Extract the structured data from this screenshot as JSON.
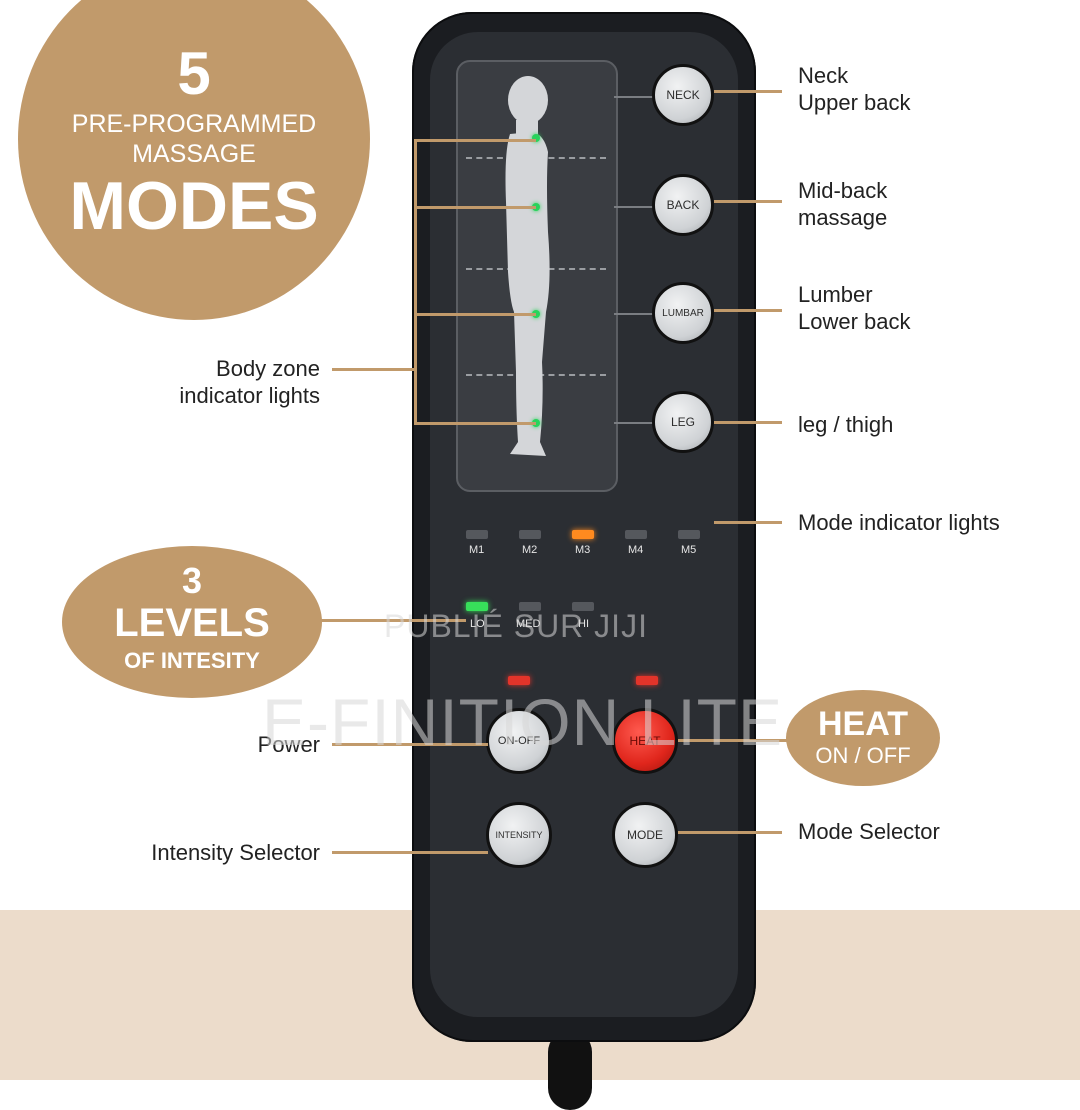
{
  "modes_badge": {
    "number": "5",
    "line1": "PRE-PROGRAMMED",
    "line2": "MASSAGE",
    "line3": "MODES"
  },
  "levels_badge": {
    "number": "3",
    "line1": "LEVELS",
    "line2": "OF INTESITY"
  },
  "heat_badge": {
    "line1": "HEAT",
    "line2": "ON / OFF"
  },
  "callouts": {
    "neck_line1": "Neck",
    "neck_line2": "Upper back",
    "back_line1": "Mid-back",
    "back_line2": "massage",
    "lumbar_line1": "Lumber",
    "lumbar_line2": "Lower back",
    "leg": "leg / thigh",
    "mode_lights": "Mode indicator lights",
    "mode_selector": "Mode Selector",
    "body_zone_line1": "Body zone",
    "body_zone_line2": "indicator lights",
    "power": "Power",
    "intensity_selector": "Intensity Selector"
  },
  "remote": {
    "zone_buttons": [
      "NECK",
      "BACK",
      "LUMBAR",
      "LEG"
    ],
    "mode_labels": [
      "M1",
      "M2",
      "M3",
      "M4",
      "M5"
    ],
    "active_mode": "M3",
    "intensity_labels": [
      "LO",
      "MED",
      "HI"
    ],
    "active_intensity": "LO",
    "power_button": "ON-OFF",
    "heat_button": "HEAT",
    "intensity_button": "INTENSITY",
    "mode_button": "MODE"
  },
  "colors": {
    "accent": "#c19a6b",
    "remote_body": "#1b1d21",
    "heat_button": "#e0261c",
    "indicator_green": "#29d35b",
    "indicator_orange": "#ff8a1f"
  },
  "watermarks": [
    "PUBLIÉ SUR JIJI",
    "E-FINITION LITE"
  ]
}
